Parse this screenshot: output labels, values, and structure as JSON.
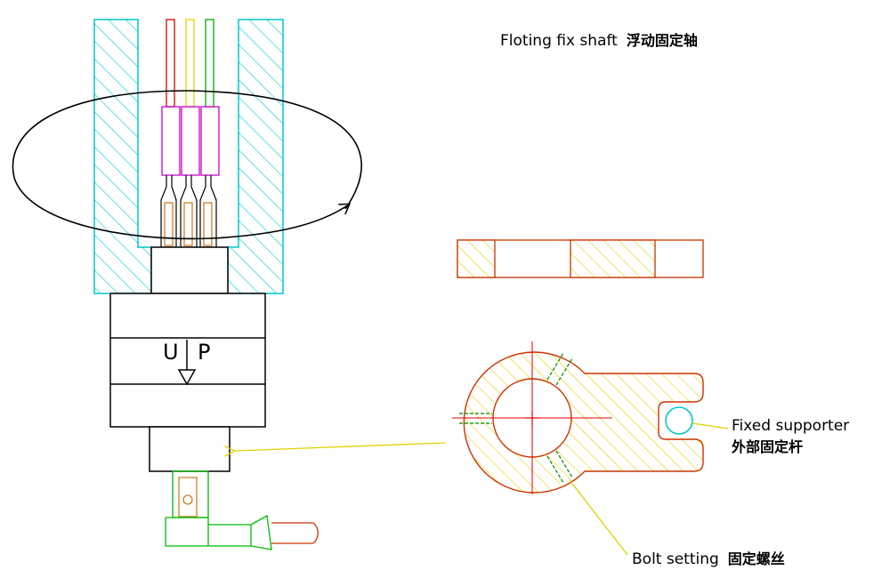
{
  "labels": {
    "shaft_en": "Floting fix shaft",
    "shaft_cn": "浮动固定轴",
    "up_u": "U",
    "up_p": "P",
    "supporter_en": "Fixed supporter",
    "supporter_cn": "外部固定杆",
    "bolt_en": "Bolt setting",
    "bolt_cn": "固定螺丝"
  },
  "colors": {
    "housing": "#00c8c8",
    "clamp": "#cc3300",
    "hatch_yellow": "#e6d400",
    "center_line": "#dd0000",
    "wire_red": "#dd0000",
    "wire_yellow": "#e0d000",
    "wire_green": "#00aa00",
    "sleeve": "#cc00cc",
    "connector": "#cc6600",
    "bottom_wire": "#00bb00",
    "bolt_green": "#008800",
    "outline": "#000000"
  }
}
